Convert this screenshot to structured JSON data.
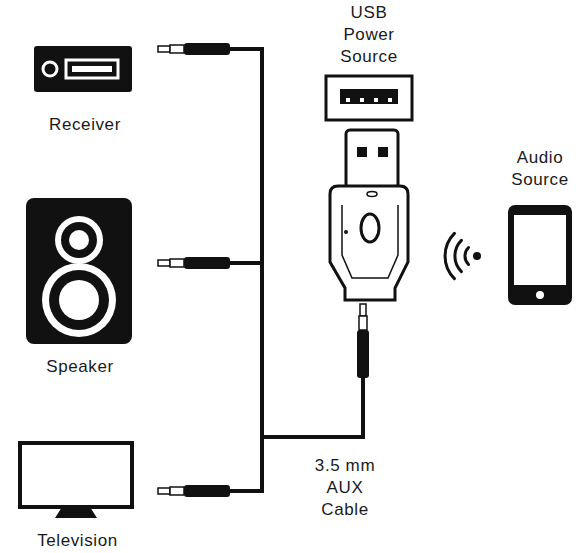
{
  "diagram": {
    "nodes": [
      {
        "text": [
          "Receiver"
        ]
      },
      {
        "text": [
          "USB Power Source"
        ]
      },
      {
        "text": [
          "Audio Source"
        ]
      },
      {
        "text": [
          "Speaker"
        ]
      },
      {
        "text": [
          "Television"
        ]
      }
    ],
    "labels": [
      "3.5 mm AUX Cable"
    ]
  }
}
